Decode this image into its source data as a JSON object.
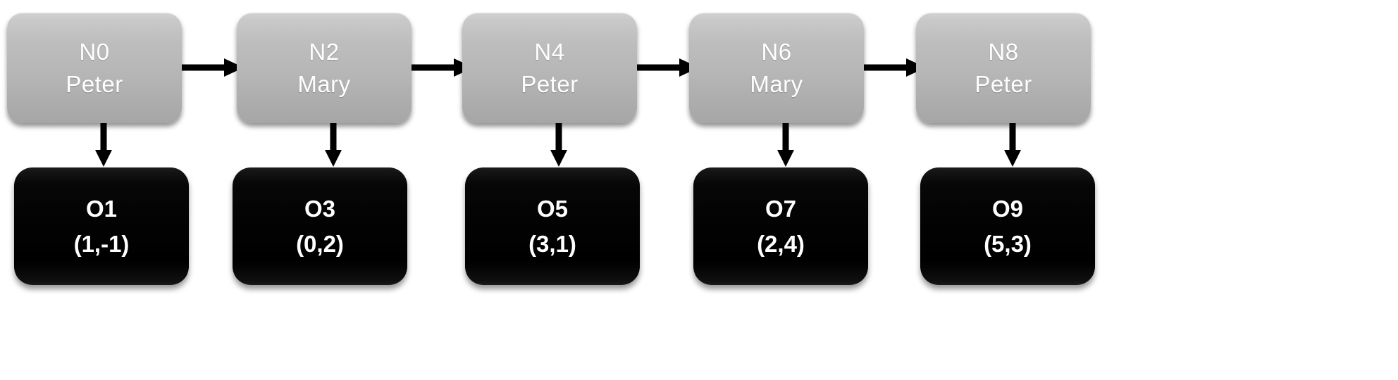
{
  "diagram": {
    "type": "sequence-chain",
    "background_color": "#ffffff",
    "actor_node_color": "#b6b6b6",
    "observation_node_color": "#000000",
    "text_color": "#ffffff",
    "arrow_color": "#000000",
    "columns": [
      {
        "actor": {
          "id": "N0",
          "name": "Peter"
        },
        "observation": {
          "id": "O1",
          "coords": "(1,-1)"
        },
        "has_next_arrow": true
      },
      {
        "actor": {
          "id": "N2",
          "name": "Mary"
        },
        "observation": {
          "id": "O3",
          "coords": "(0,2)"
        },
        "has_next_arrow": true
      },
      {
        "actor": {
          "id": "N4",
          "name": "Peter"
        },
        "observation": {
          "id": "O5",
          "coords": "(3,1)"
        },
        "has_next_arrow": true
      },
      {
        "actor": {
          "id": "N6",
          "name": "Mary"
        },
        "observation": {
          "id": "O7",
          "coords": "(2,4)"
        },
        "has_next_arrow": true
      },
      {
        "actor": {
          "id": "N8",
          "name": "Peter"
        },
        "observation": {
          "id": "O9",
          "coords": "(5,3)"
        },
        "has_next_arrow": false
      }
    ],
    "icons": {
      "arrow_right": "arrow-right-icon",
      "arrow_down": "arrow-down-icon"
    }
  }
}
